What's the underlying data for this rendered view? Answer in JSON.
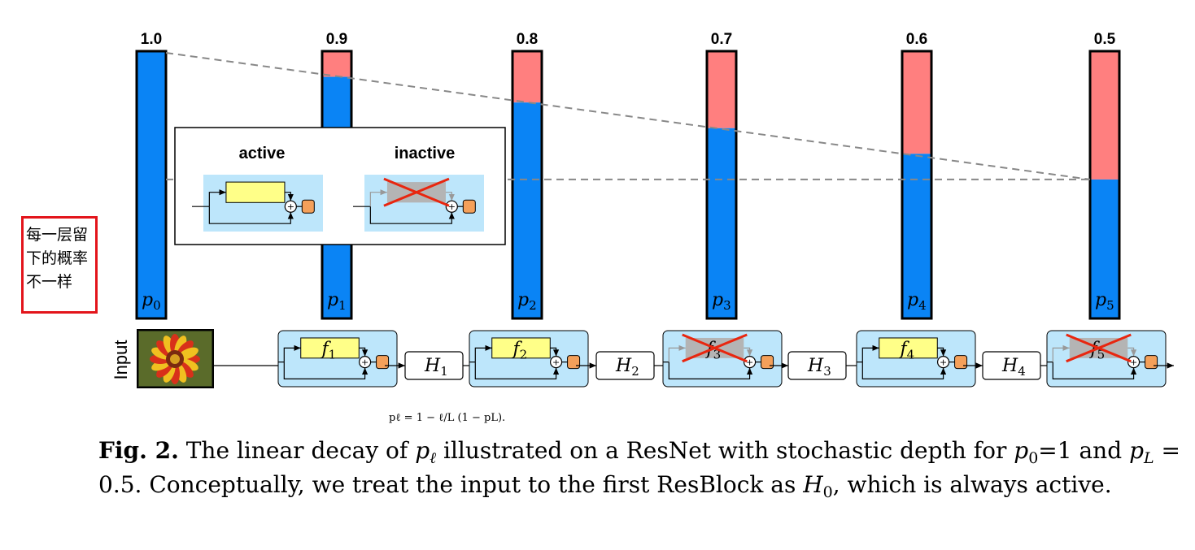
{
  "bars": [
    {
      "label": "1.0",
      "p": "p",
      "sub": "0",
      "survival": 1.0
    },
    {
      "label": "0.9",
      "p": "p",
      "sub": "1",
      "survival": 0.9
    },
    {
      "label": "0.8",
      "p": "p",
      "sub": "2",
      "survival": 0.8
    },
    {
      "label": "0.7",
      "p": "p",
      "sub": "3",
      "survival": 0.7
    },
    {
      "label": "0.6",
      "p": "p",
      "sub": "4",
      "survival": 0.6
    },
    {
      "label": "0.5",
      "p": "p",
      "sub": "5",
      "survival": 0.5
    }
  ],
  "legend": {
    "active": "active",
    "inactive": "inactive"
  },
  "input_label": "Input",
  "blocks": [
    {
      "f": "f",
      "sub": "1",
      "active": true
    },
    {
      "f": "f",
      "sub": "2",
      "active": true
    },
    {
      "f": "f",
      "sub": "3",
      "active": false
    },
    {
      "f": "f",
      "sub": "4",
      "active": true
    },
    {
      "f": "f",
      "sub": "5",
      "active": false
    }
  ],
  "h_nodes": [
    {
      "h": "H",
      "sub": "1"
    },
    {
      "h": "H",
      "sub": "2"
    },
    {
      "h": "H",
      "sub": "3"
    },
    {
      "h": "H",
      "sub": "4"
    }
  ],
  "formula": "pℓ = 1 − ℓ/L (1 − pL).",
  "note": "每一层留\n下的概率\n不一样",
  "caption": {
    "fig": "Fig. 2.",
    "text1": " The linear decay of ",
    "text2": " illustrated on a ResNet with stochastic depth for ",
    "text3": " and ",
    "text4": ". Conceptually, we treat the input to the first ResBlock as ",
    "text5": ", which is always active.",
    "p": "p",
    "ell": "ℓ",
    "p0_rel": "=1",
    "pL_sub": "L",
    "pL_rel": " = 0.5",
    "H": "H",
    "H0_sub": "0",
    "zero": "0"
  },
  "colors": {
    "bar_blue": "#0a84f5",
    "bar_red": "#ff7f7f",
    "block_bg": "#bde6fb",
    "f_fill": "#ffff88",
    "dead_fill": "#b4b4b4",
    "cross": "#e8260f",
    "dot": "#f4a05a",
    "note_border": "#e3141b"
  }
}
